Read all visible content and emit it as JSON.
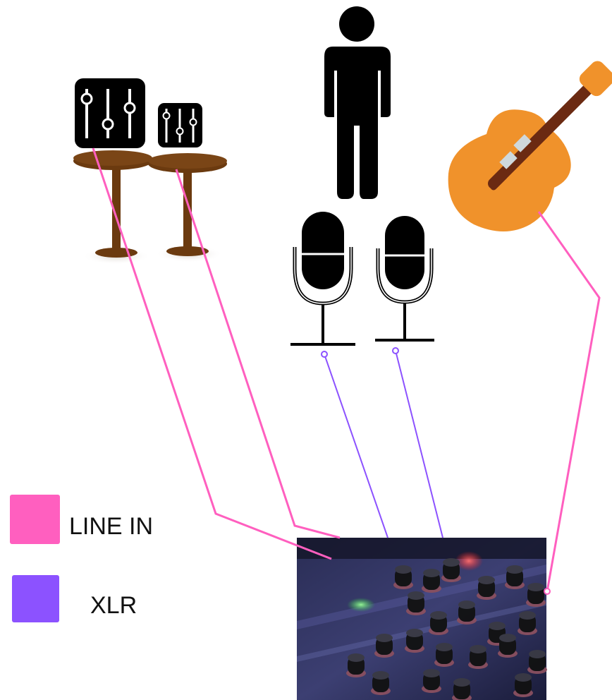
{
  "legend": {
    "line_in": {
      "label": "LINE IN",
      "color": "#ff5fbf"
    },
    "xlr": {
      "label": "XLR",
      "color": "#8c52ff"
    }
  },
  "devices": {
    "synth_left": "sliders-icon",
    "synth_right": "sliders-icon",
    "table_left": "bistro-table-icon",
    "table_right": "bistro-table-icon",
    "performer": "person-icon",
    "mic_left": "microphone-icon",
    "mic_right": "microphone-icon",
    "guitar": "guitar-icon",
    "mixer": "mixing-console-photo"
  },
  "connections": [
    {
      "from": "synth_left",
      "to": "mixer",
      "type": "line_in"
    },
    {
      "from": "synth_right",
      "to": "mixer",
      "type": "line_in"
    },
    {
      "from": "guitar",
      "to": "mixer",
      "type": "line_in"
    },
    {
      "from": "mic_left",
      "to": "mixer",
      "type": "xlr"
    },
    {
      "from": "mic_right",
      "to": "mixer",
      "type": "xlr"
    }
  ],
  "colors": {
    "table_wood": "#6b3a0f",
    "guitar_body": "#f0922b",
    "guitar_neck": "#6b2a12",
    "icon_black": "#000000"
  }
}
